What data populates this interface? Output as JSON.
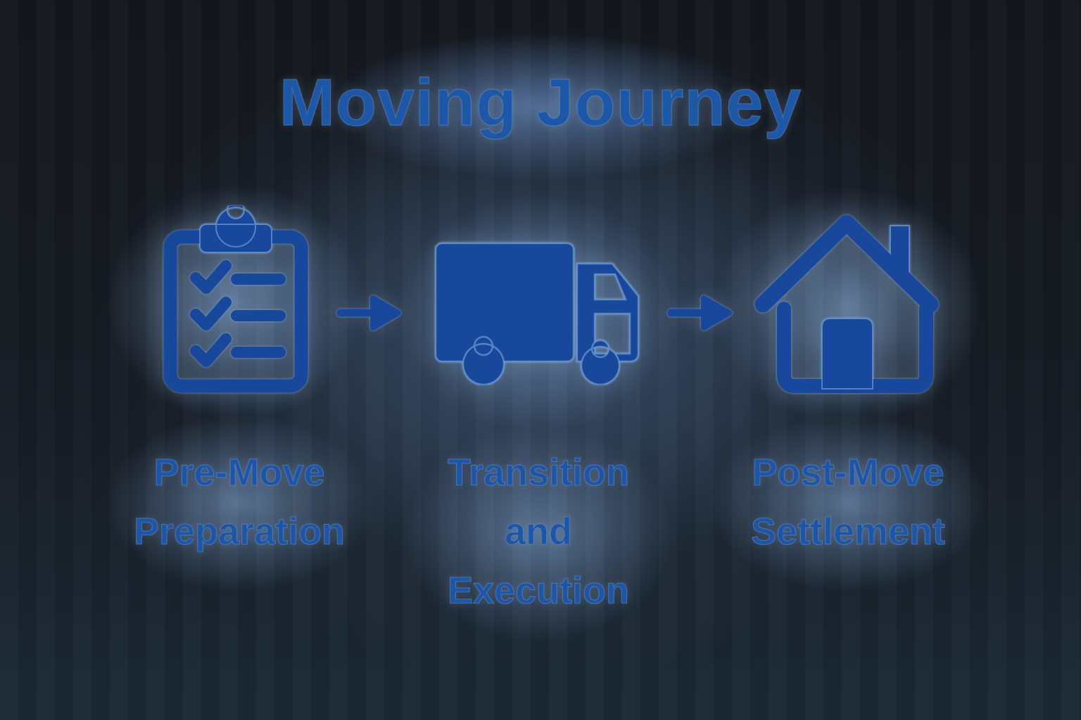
{
  "title": "Moving Journey",
  "colors": {
    "icon_blue": "#17489c",
    "title_text": "#1c57a8",
    "label_text": "#1d56a8",
    "glow_halo": "#5b7698",
    "background_dark": "#14171c"
  },
  "stages": [
    {
      "label": "Pre-Move Preparation",
      "lines": [
        "Pre-Move",
        "Preparation"
      ],
      "icon": "clipboard-checklist-icon"
    },
    {
      "label": "Transition and Execution",
      "lines": [
        "Transition",
        "and",
        "Execution"
      ],
      "icon": "moving-truck-icon"
    },
    {
      "label": "Post-Move Settlement",
      "lines": [
        "Post-Move",
        "Settlement"
      ],
      "icon": "house-icon"
    }
  ],
  "connectors": [
    {
      "icon": "arrow-right-icon"
    },
    {
      "icon": "arrow-right-icon"
    }
  ]
}
